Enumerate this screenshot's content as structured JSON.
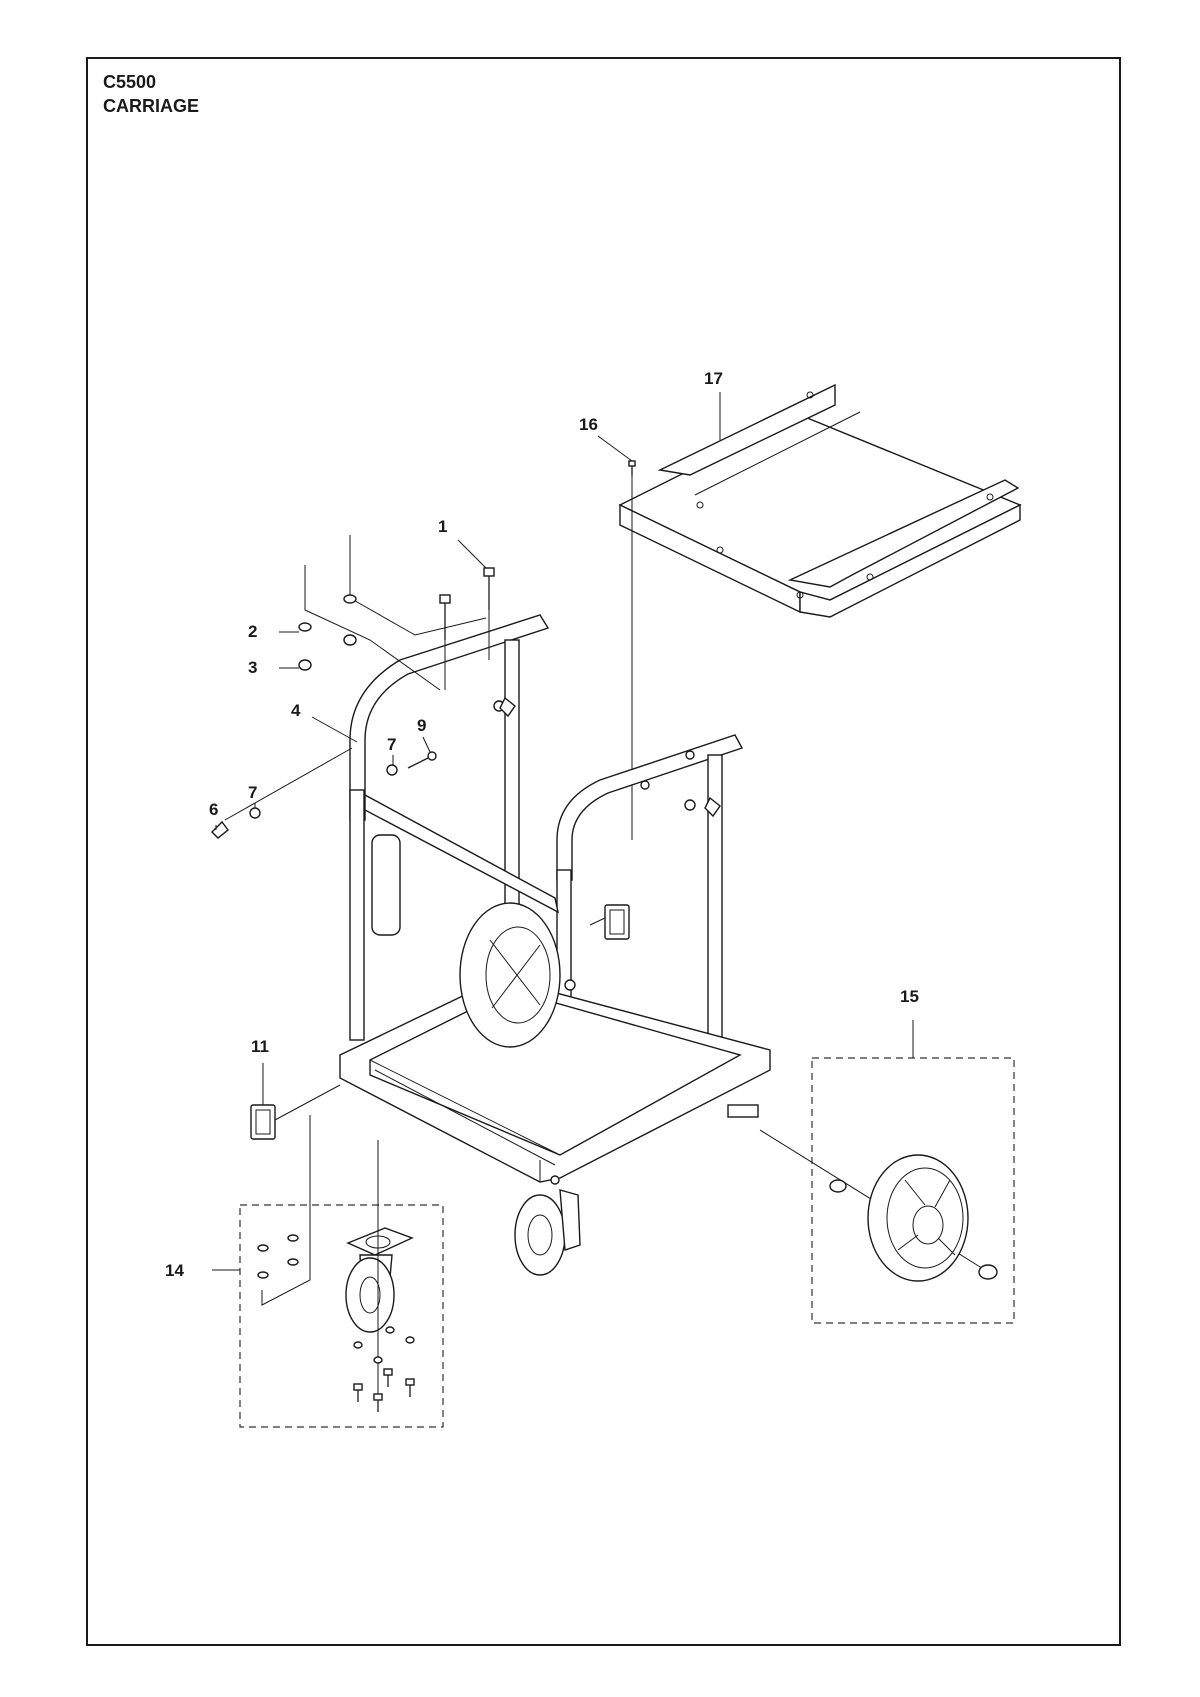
{
  "document": {
    "model": "C5500",
    "title": "CARRIAGE"
  },
  "callouts": {
    "c1": "1",
    "c2": "2",
    "c3": "3",
    "c4": "4",
    "c6": "6",
    "c7a": "7",
    "c7b": "7",
    "c9": "9",
    "c11": "11",
    "c14": "14",
    "c15": "15",
    "c16": "16",
    "c17": "17"
  },
  "colors": {
    "line": "#1a1a1a",
    "background": "#ffffff"
  }
}
